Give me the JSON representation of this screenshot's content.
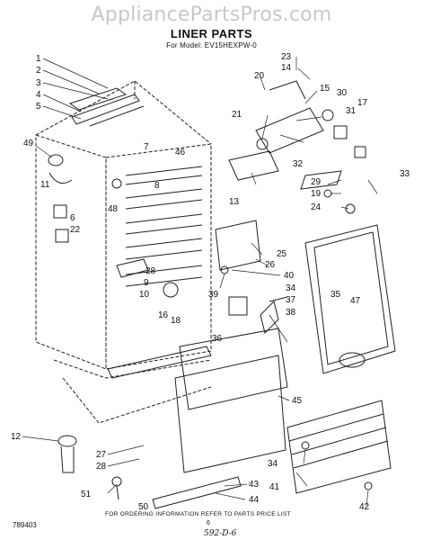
{
  "watermark": "AppliancePartsPros.com",
  "title": "LINER PARTS",
  "model": "For Model: EV15HEXPW-0",
  "footer": {
    "code": "789403",
    "note": "FOR ORDERING INFORMATION REFER TO PARTS PRICE LIST",
    "page": "6",
    "handwritten": "592-D-6"
  },
  "callouts": [
    "1",
    "2",
    "3",
    "4",
    "5",
    "49",
    "11",
    "6",
    "22",
    "7",
    "46",
    "8",
    "48",
    "28",
    "9",
    "10",
    "16",
    "18",
    "12",
    "27",
    "28",
    "51",
    "50",
    "43",
    "44",
    "23",
    "14",
    "20",
    "15",
    "30",
    "31",
    "17",
    "21",
    "32",
    "13",
    "29",
    "19",
    "24",
    "33",
    "25",
    "26",
    "40",
    "39",
    "34",
    "35",
    "47",
    "37",
    "38",
    "36",
    "45",
    "34",
    "41",
    "42"
  ]
}
